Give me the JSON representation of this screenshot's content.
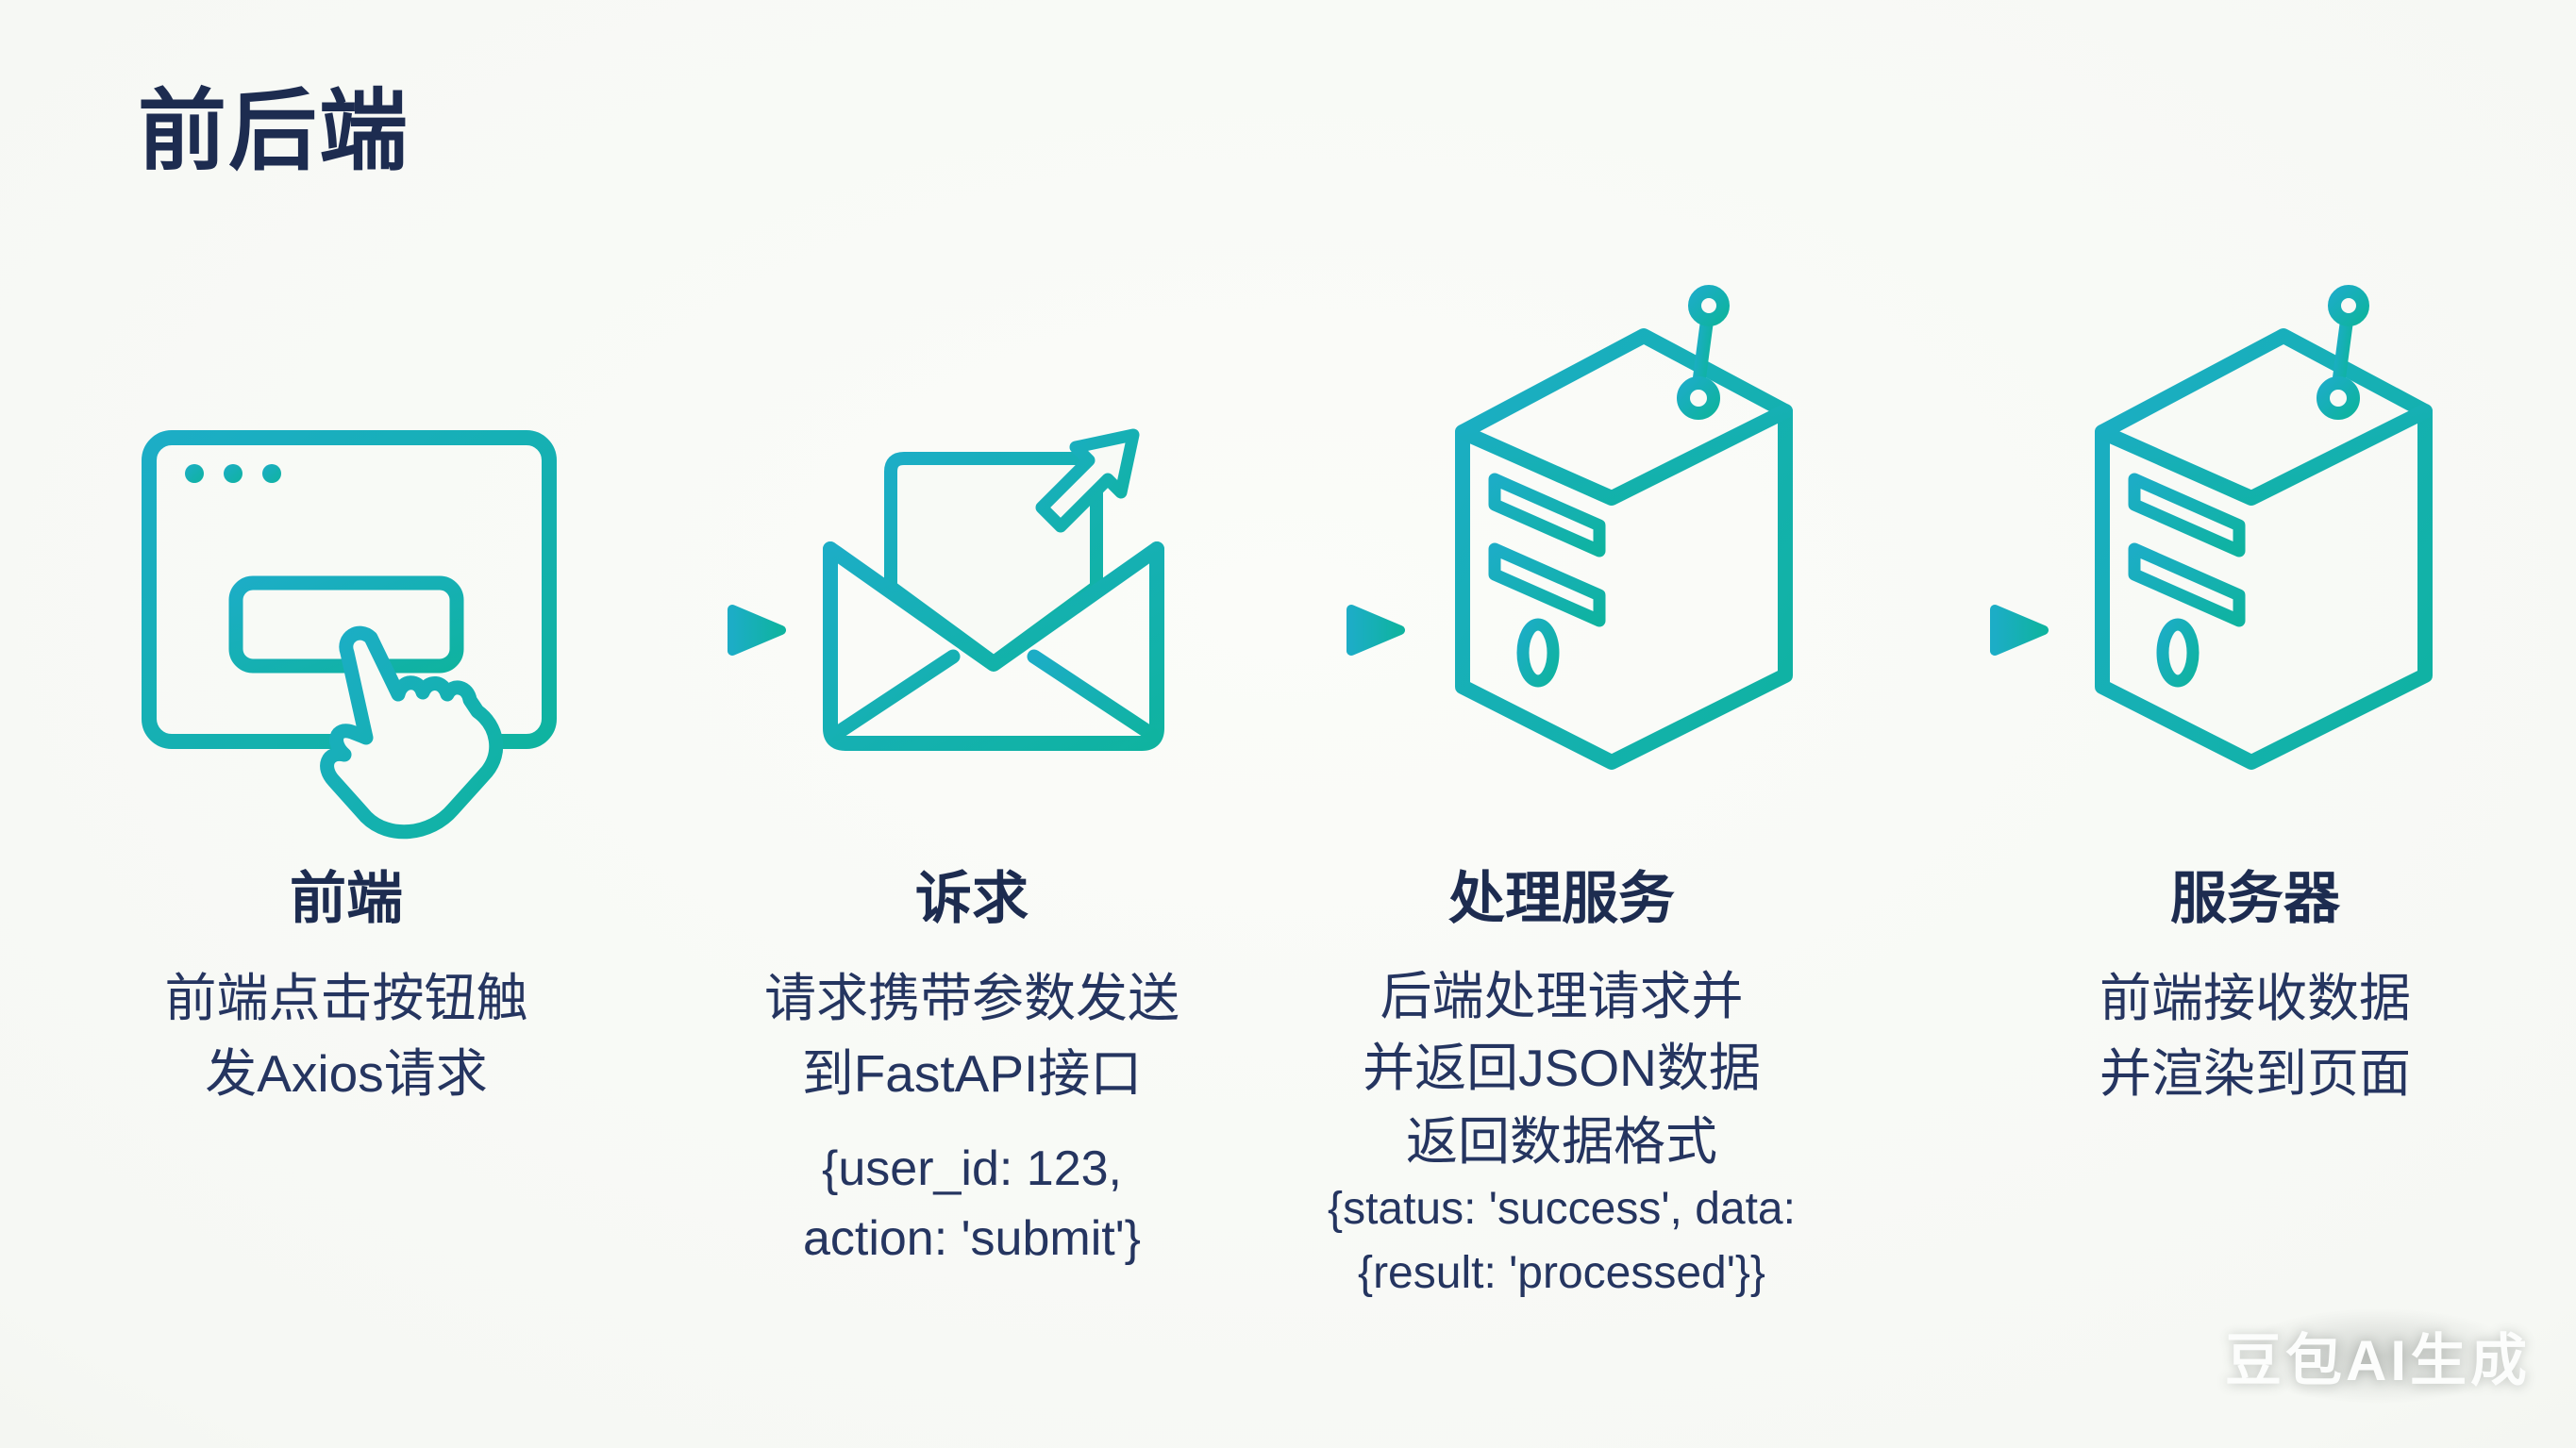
{
  "page": {
    "title": "前后端",
    "watermark": "豆包AI生成"
  },
  "colors": {
    "teal-a": "#1cadc6",
    "teal-b": "#0fb3a0",
    "navy": "#253560",
    "navy-head": "#1d2c50",
    "bg": "#f8faf6"
  },
  "steps": [
    {
      "icon": "browser-click-icon",
      "heading": "前端",
      "lines": [
        "前端点击按钮触",
        "发Axios请求"
      ]
    },
    {
      "icon": "envelope-send-icon",
      "heading": "诉求",
      "lines": [
        "请求携带参数发送",
        "到FastAPI接口"
      ],
      "code": [
        "{user_id: 123,",
        "action: 'submit'}"
      ]
    },
    {
      "icon": "server-icon",
      "heading": "处理服务",
      "lines": [
        "后端处理请求并",
        "并返回JSON数据"
      ],
      "sublabel": "返回数据格式",
      "code": [
        "{status: 'success', data:",
        "{result: 'processed'}}"
      ]
    },
    {
      "icon": "server-icon",
      "heading": "服务器",
      "lines": [
        "前端接收数据",
        "并渲染到页面"
      ]
    }
  ]
}
